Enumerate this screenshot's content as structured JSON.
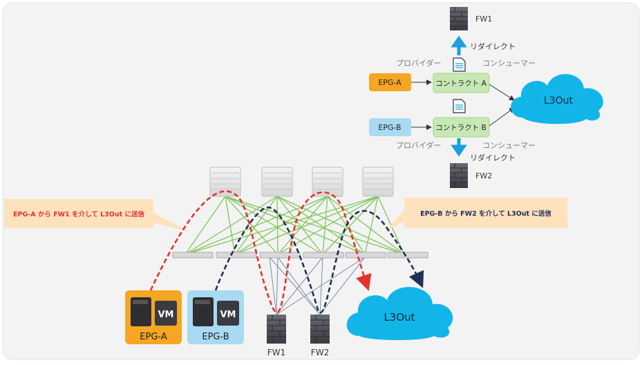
{
  "top": {
    "fw1_label": "FW1",
    "fw2_label": "FW2",
    "redirect_top": "リダイレクト",
    "redirect_bottom": "リダイレクト",
    "provider_top": "プロバイダー",
    "provider_bottom": "プロバイダー",
    "consumer_top": "コンシューマー",
    "consumer_bottom": "コンシューマー",
    "epg_a": "EPG-A",
    "epg_b": "EPG-B",
    "contract_a": "コントラクト A",
    "contract_b": "コントラクト B",
    "l3out": "L3Out"
  },
  "bottom": {
    "callout_left": "EPG-A から FW1 を介して L3Out に送信",
    "callout_right": "EPG-B から FW2 を介して L3Out に送信",
    "vm_a": "VM",
    "vm_b": "VM",
    "epg_a": "EPG-A",
    "epg_b": "EPG-B",
    "fw1": "FW1",
    "fw2": "FW2",
    "l3out": "L3Out"
  },
  "colors": {
    "orange": "#f5a623",
    "light_blue": "#a8daf2",
    "green_box": "#c7e8b4",
    "cloud": "#12b5e8",
    "red_path": "#e5322d",
    "navy_path": "#1f3154",
    "green_link": "#7dc656",
    "callout_bg": "#fde2bd"
  }
}
